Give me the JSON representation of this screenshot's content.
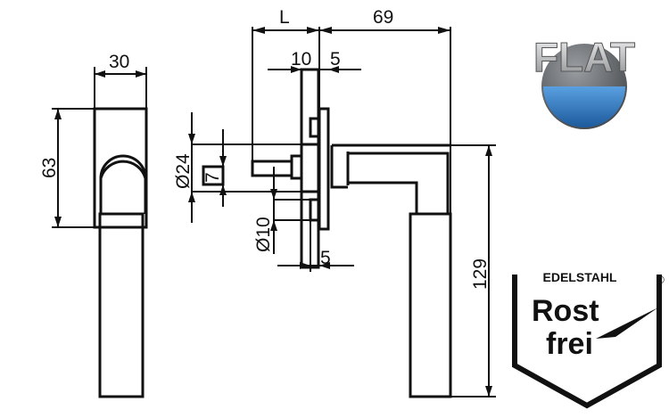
{
  "dimensions": {
    "rose_width": "30",
    "rose_height": "63",
    "spindle_length": "L",
    "handle_projection": "69",
    "rose_thickness": "10",
    "plate_thickness": "5",
    "collar_diameter": "Ø24",
    "spindle_square": "7",
    "screw_diameter": "Ø10",
    "bottom_offset": "5",
    "handle_length": "129"
  },
  "logos": {
    "flat": "FLAT",
    "rostfrei_top": "EDELSTAHL",
    "rostfrei_line1": "Rost",
    "rostfrei_line2": "frei",
    "registered": "®"
  },
  "colors": {
    "line": "#111111",
    "logo_blue": "#2f72b8",
    "logo_grey": "#6a6e72"
  }
}
